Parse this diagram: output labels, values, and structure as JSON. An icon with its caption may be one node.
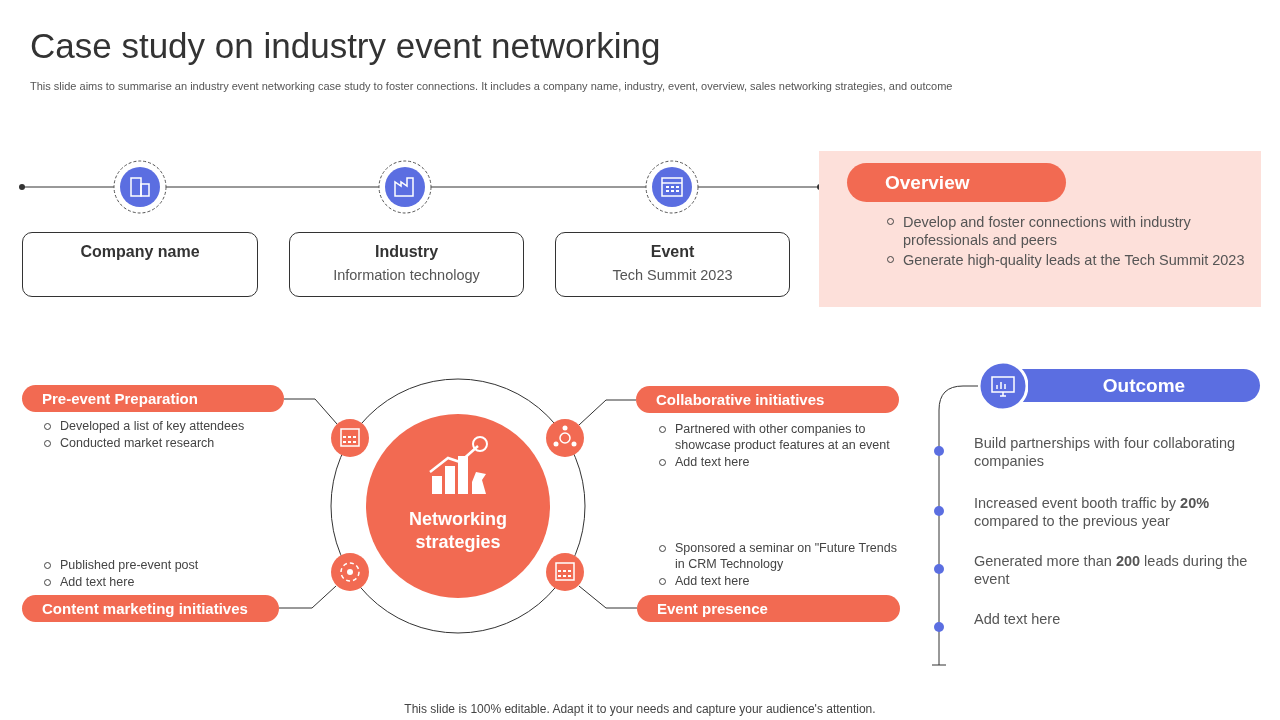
{
  "diagram": {
    "title": "Case study on industry event networking",
    "caption": "This slide is 100% editable. Adapt it to your needs and capture your audience's attention.",
    "nodes": [
      {
        "text": [
          "Company name"
        ]
      },
      {
        "text": [
          "Industry",
          "Information technology"
        ]
      },
      {
        "text": [
          "Event",
          "Tech Summit 2023"
        ]
      },
      {
        "text": [
          "Overview",
          "Develop and foster connections with industry professionals and peers",
          "Generate high-quality leads at the Tech Summit 2023"
        ]
      },
      {
        "text": [
          "Networking strategies"
        ]
      },
      {
        "text": [
          "Pre-event Preparation"
        ],
        "beside": [
          "Developed  a list of key attendees",
          "Conducted  market research"
        ]
      },
      {
        "text": [
          "Collaborative initiatives"
        ],
        "beside": [
          "Partnered with other companies to showcase product features at an event",
          "Add text here"
        ]
      },
      {
        "text": [
          "Content marketing initiatives"
        ],
        "beside": [
          "Published pre-event post",
          "Add text here"
        ]
      },
      {
        "text": [
          "Event presence"
        ],
        "beside": [
          "Sponsored a seminar on \"Future Trends in CRM Technology",
          "Add text here"
        ]
      },
      {
        "text": [],
        "shape": "circle"
      },
      {
        "text": [],
        "shape": "circle"
      },
      {
        "text": [],
        "shape": "circle"
      },
      {
        "text": [],
        "shape": "circle"
      },
      {
        "text": [
          "Outcome"
        ],
        "beside": [
          "Build partnerships with four collaborating companies",
          "Increased event booth traffic by **20%** compared to the previous year",
          "Generated more than **200** leads during the event",
          "Add text here"
        ]
      }
    ],
    "edges": [
      {
        "from": 5,
        "to": 9,
        "arrow": "none"
      },
      {
        "from": 6,
        "to": 10,
        "arrow": "none"
      },
      {
        "from": 7,
        "to": 11,
        "arrow": "none"
      },
      {
        "from": 8,
        "to": 12,
        "arrow": "none"
      }
    ],
    "labels": [
      "This slide aims to summarise an industry event networking case study to foster connections. It includes a company name, industry, event, overview, sales networking strategies, and outcome"
    ]
  }
}
